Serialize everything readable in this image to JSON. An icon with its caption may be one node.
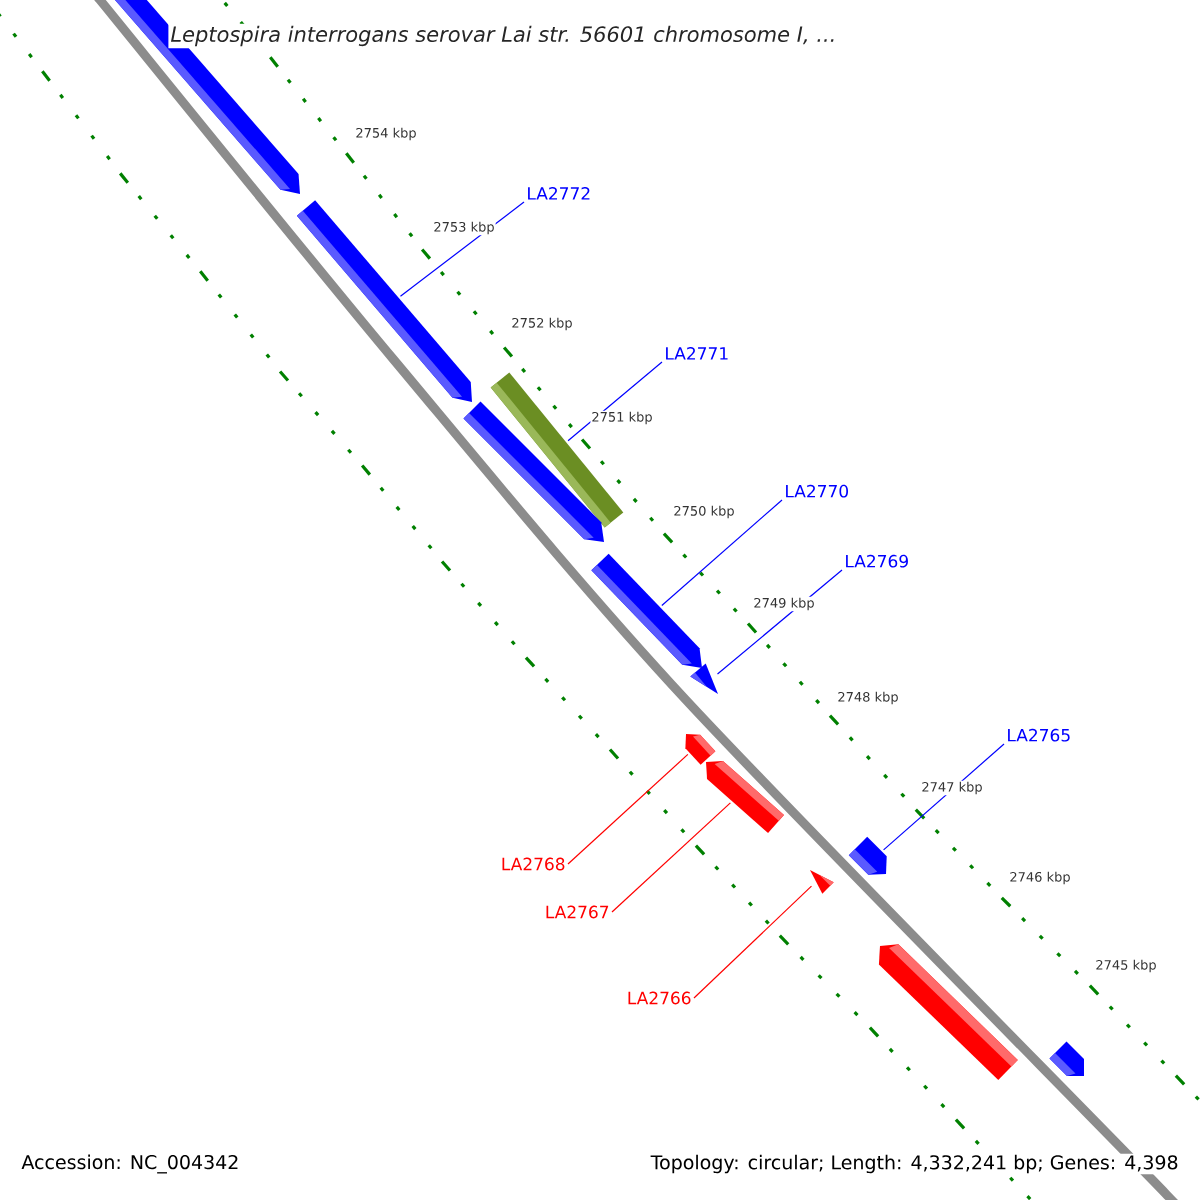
{
  "diagram": {
    "title": "Leptospira interrogans serovar Lai str. 56601 chromosome I, ...",
    "nodes": [
      {
        "text": [],
        "shape": "pentagon"
      },
      {
        "text": [],
        "shape": "pentagon"
      },
      {
        "text": [],
        "shape": "bar"
      },
      {
        "text": [],
        "shape": "pentagon"
      },
      {
        "text": [],
        "shape": "pentagon"
      },
      {
        "text": [],
        "shape": "triangle"
      },
      {
        "text": [],
        "shape": "pentagon"
      },
      {
        "text": [],
        "shape": "pentagon"
      },
      {
        "text": [],
        "shape": "pentagon"
      },
      {
        "text": [],
        "shape": "triangle"
      },
      {
        "text": [],
        "shape": "pentagon"
      },
      {
        "text": [],
        "shape": "pentagon"
      },
      {
        "text": [
          "LA2772"
        ]
      },
      {
        "text": [
          "LA2771"
        ]
      },
      {
        "text": [
          "LA2770"
        ]
      },
      {
        "text": [
          "LA2769"
        ]
      },
      {
        "text": [
          "LA2765"
        ]
      },
      {
        "text": [
          "LA2768"
        ]
      },
      {
        "text": [
          "LA2767"
        ]
      },
      {
        "text": [
          "LA2766"
        ]
      }
    ],
    "edges": [
      {
        "from": 12,
        "to": 1,
        "arrow": "none"
      },
      {
        "from": 13,
        "to": 2,
        "arrow": "none"
      },
      {
        "from": 14,
        "to": 4,
        "arrow": "none"
      },
      {
        "from": 15,
        "to": 5,
        "arrow": "none"
      },
      {
        "from": 16,
        "to": 8,
        "arrow": "none"
      },
      {
        "from": 17,
        "to": 6,
        "arrow": "none",
        "color": "#ff0000"
      },
      {
        "from": 18,
        "to": 7,
        "arrow": "none",
        "color": "#ff0000"
      },
      {
        "from": 19,
        "to": 9,
        "arrow": "none",
        "color": "#ff0000"
      }
    ],
    "labels": [
      "2754 kbp",
      "2753 kbp",
      "2752 kbp",
      "2751 kbp",
      "2750 kbp",
      "2749 kbp",
      "2748 kbp",
      "2747 kbp",
      "2746 kbp",
      "2745 kbp",
      "Accession: NC_004342",
      "Topology: circular; Length: 4,332,241 bp; Genes: 4,398"
    ]
  }
}
